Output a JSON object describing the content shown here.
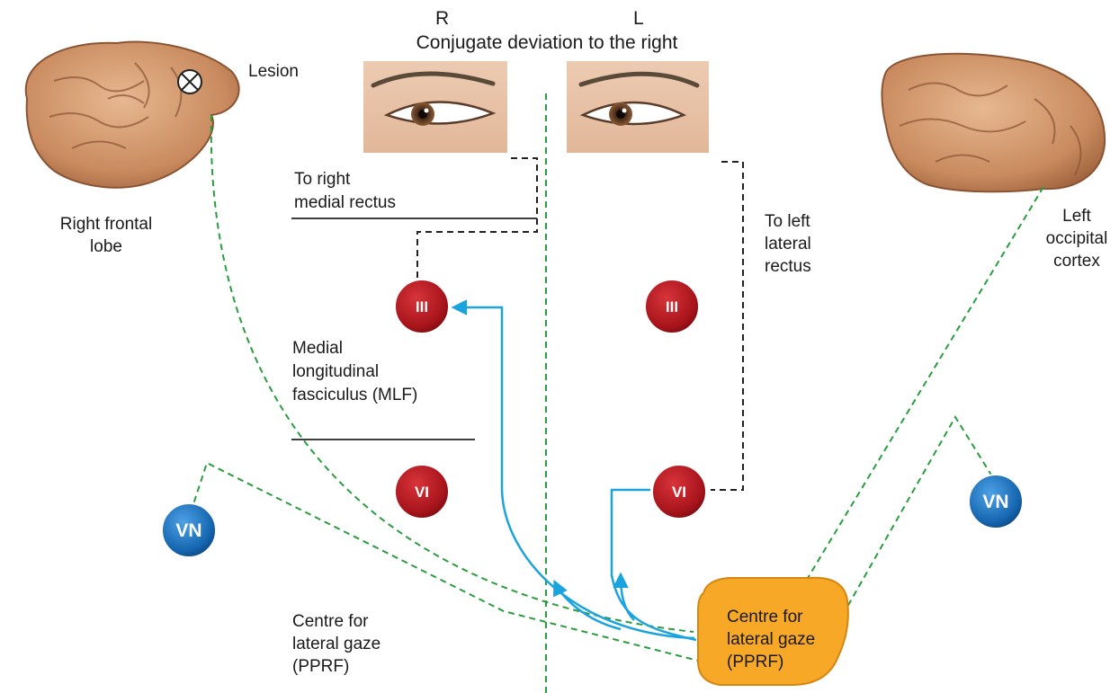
{
  "header": {
    "side_right": "R",
    "side_left": "L",
    "title": "Conjugate deviation to the right"
  },
  "labels": {
    "lesion": "Lesion",
    "right_frontal_lobe": [
      "Right frontal",
      "lobe"
    ],
    "left_occipital_cortex": [
      "Left",
      "occipital",
      "cortex"
    ],
    "to_right_medial_rectus": [
      "To right",
      "medial rectus"
    ],
    "to_left_lateral_rectus": [
      "To left",
      "lateral",
      "rectus"
    ],
    "mlf": [
      "Medial",
      "longitudinal",
      "fasciculus (MLF)"
    ],
    "centre_left": [
      "Centre for",
      "lateral gaze",
      "(PPRF)"
    ],
    "centre_box": [
      "Centre for",
      "lateral gaze",
      "(PPRF)"
    ]
  },
  "nuclei": {
    "right_III": "III",
    "left_III": "III",
    "right_VI": "VI",
    "left_VI": "VI"
  },
  "vestibular": {
    "left_vn": "VN",
    "right_vn": "VN"
  },
  "colors": {
    "nucleus_red": "#a8141b",
    "vn_blue": "#1566b0",
    "pathway_blue": "#1aa3dd",
    "green_dash": "#2a9d3f",
    "pprf_orange": "#f6a826",
    "brain_tan": "#c98a5e"
  }
}
